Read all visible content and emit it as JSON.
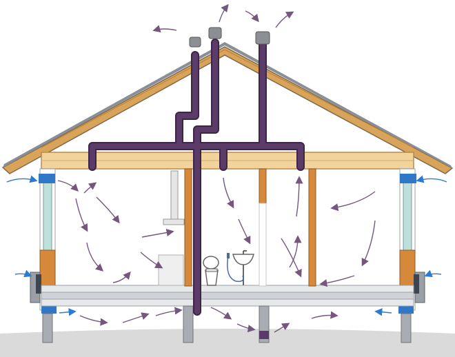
{
  "diagram": {
    "kind": "house-ventilation-cross-section",
    "labels": [],
    "colors": {
      "background": "#ffffff",
      "roof": "#d9a35a",
      "roof_edge": "#7d6a4b",
      "roof_cover": "#8a8f97",
      "beam": "#f2d39b",
      "beam_edge": "#b8894d",
      "wood": "#d6893b",
      "duct": "#5b3b68",
      "duct_dark": "#3d2546",
      "duct_cap": "#8c8f94",
      "window_glass": "#bde0dd",
      "blue_vent": "#2f78c8",
      "arrow_blue": "#2c7bd0",
      "arrow_purple": "#74567f",
      "ground": "#d7d7d7",
      "foundation": "#a9adb3",
      "floor": "#cfd3d7"
    },
    "fixtures": [
      "toilet",
      "washbasin",
      "shower-hose",
      "exhaust-hood",
      "cabinet"
    ],
    "icons": [
      "toilet-icon",
      "sink-icon",
      "cap-icon",
      "arrow-icon"
    ]
  }
}
